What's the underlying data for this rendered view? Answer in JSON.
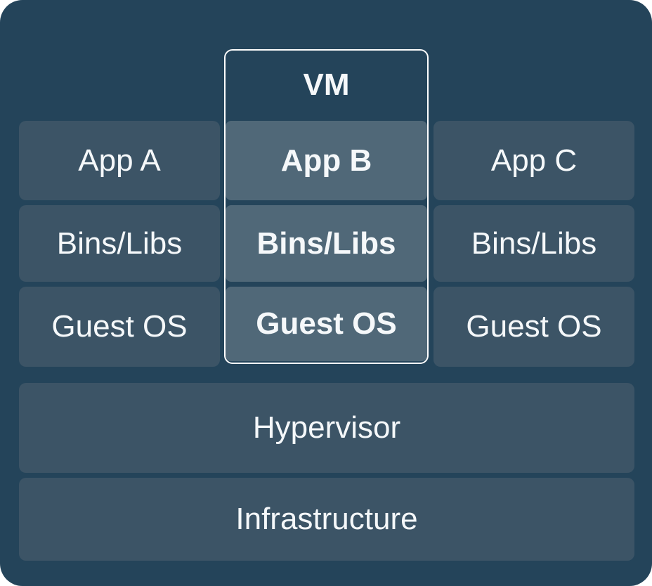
{
  "colors": {
    "page": "#ffffff",
    "background": "#24445A",
    "box": "#3C5466",
    "box-highlight": "#506878",
    "vm-border": "#FDFDFD",
    "text": "#F5F8FA"
  },
  "diagram": {
    "vm": {
      "label": "VM",
      "layers": [
        "App B",
        "Bins/Libs",
        "Guest OS"
      ]
    },
    "left_column": {
      "layers": [
        "App A",
        "Bins/Libs",
        "Guest OS"
      ]
    },
    "right_column": {
      "layers": [
        "App C",
        "Bins/Libs",
        "Guest OS"
      ]
    },
    "base_layers": [
      "Hypervisor",
      "Infrastructure"
    ]
  }
}
